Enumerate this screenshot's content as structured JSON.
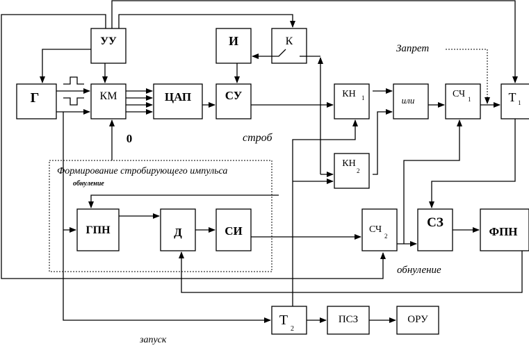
{
  "diagram": {
    "blocks": {
      "uu": "УУ",
      "g": "Г",
      "km": "КМ",
      "cap": "ЦАП",
      "su": "СУ",
      "i": "И",
      "k": "К",
      "kn1": "КН",
      "kn1_sub": "1",
      "kn2": "КН",
      "kn2_sub": "2",
      "ili": "или",
      "sch1": "СЧ",
      "sch1_sub": "1",
      "t1": "Т",
      "t1_sub": "1",
      "gpn": "ГПН",
      "d": "Д",
      "si": "СИ",
      "sch2": "СЧ",
      "sch2_sub": "2",
      "sz": "СЗ",
      "fpn": "ФПН",
      "t2": "Т",
      "t2_sub": "2",
      "psz": "ПСЗ",
      "oru": "ОРУ"
    },
    "labels": {
      "zero": "0",
      "strob": "строб",
      "zapret": "Запрет",
      "group_title": "Формирование стробирующего импульса",
      "obnulenie_top": "обнуление",
      "obnulenie_bottom": "обнуление",
      "zapusk": "запуск"
    }
  }
}
